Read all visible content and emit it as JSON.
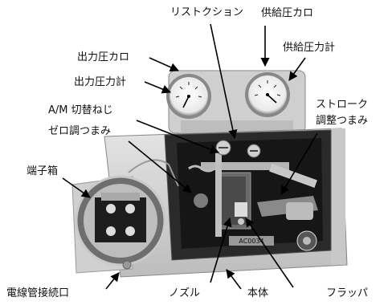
{
  "labels": {
    "restriction": "リストクション",
    "supply_connection": "供給圧カロ",
    "supply_gauge": "供給圧力計",
    "output_connection": "出力圧カロ",
    "output_gauge": "出力圧力計",
    "am_screw": "A/M 切替ねじ",
    "zero_knob": "ゼロ調つまみ",
    "stroke_knob_line1": "ストローク",
    "stroke_knob_line2": "調整つまみ",
    "terminal_box": "端子箱",
    "conduit": "電線管接続口",
    "nozzle": "ノズル",
    "body": "本体",
    "flapper": "フラッパ"
  },
  "plate_text": "AC0034",
  "colors": {
    "body_light": "#d9d9d9",
    "body_mid": "#a8a8a8",
    "body_dark": "#3a3a3a",
    "cavity": "#161616",
    "arrow": "#000000"
  }
}
